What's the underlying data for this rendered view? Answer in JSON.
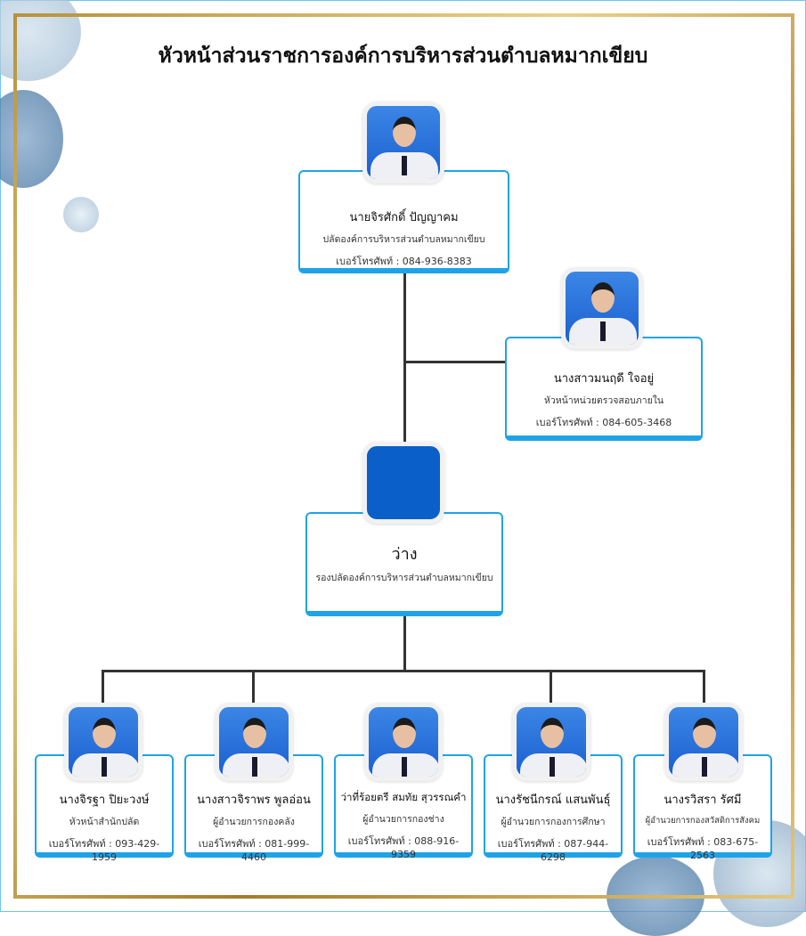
{
  "title": "หัวหน้าส่วนราชการองค์การบริหารส่วนตำบลหมากเขียบ",
  "colors": {
    "accent": "#1fa3e8",
    "frame": "#c9a24a",
    "vacant": "#0a5fc9"
  },
  "chief": {
    "name": "นายจิรศักดิ์  ปัญญาคม",
    "position": "ปลัดองค์การบริหารส่วนตำบลหมากเขียบ",
    "phone": "เบอร์โทรศัพท์ : 084-936-8383"
  },
  "audit": {
    "name": "นางสาวมนฤดี  ใจอยู่",
    "position": "หัวหน้าหน่วยตรวจสอบภายใน",
    "phone": "เบอร์โทรศัพท์ : 084-605-3468"
  },
  "deputy": {
    "name": "ว่าง",
    "position": "รองปลัดองค์การบริหารส่วนตำบลหมากเขียบ"
  },
  "heads": [
    {
      "name": "นางจิรฐา  ปิยะวงษ์",
      "position": "หัวหน้าสำนักปลัด",
      "phone": "เบอร์โทรศัพท์ : 093-429-1959"
    },
    {
      "name": "นางสาวจิราพร  พูลอ่อน",
      "position": "ผู้อำนวยการกองคลัง",
      "phone": "เบอร์โทรศัพท์ : 081-999-4460"
    },
    {
      "name": "ว่าที่ร้อยตรี สมทัย สุวรรณคำ",
      "position": "ผู้อำนวยการกองช่าง",
      "phone": "เบอร์โทรศัพท์ : 088-916-9359"
    },
    {
      "name": "นางรัชนีกรณ์  แสนพันธุ์",
      "position": "ผู้อำนวยการกองการศึกษา",
      "phone": "เบอร์โทรศัพท์ : 087-944-6298"
    },
    {
      "name": "นางรวิสรา  รัศมี",
      "position": "ผู้อำนวยการกองสวัสดิการสังคม",
      "phone": "เบอร์โทรศัพท์ : 083-675-2563"
    }
  ]
}
